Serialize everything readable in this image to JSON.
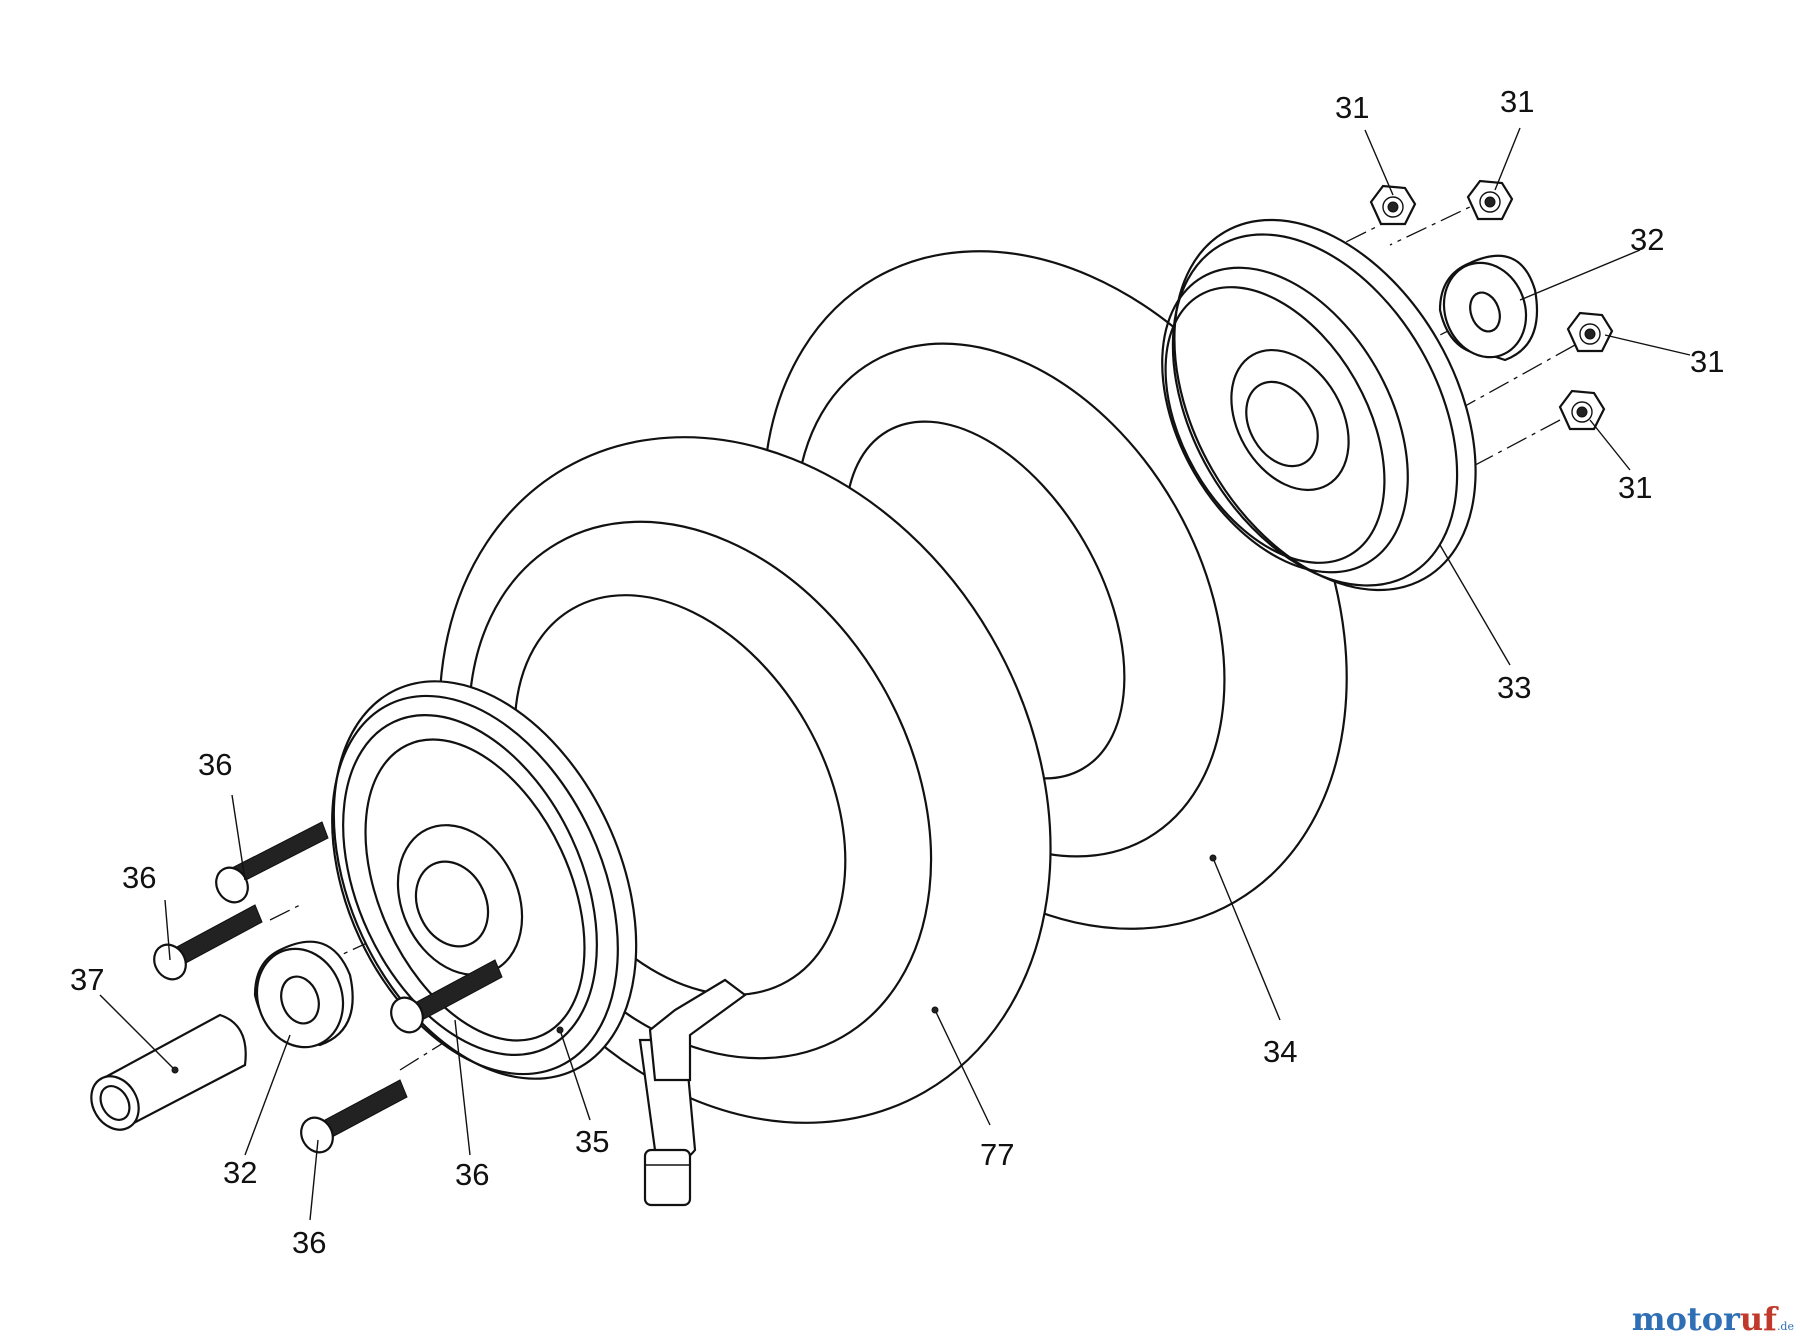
{
  "diagram": {
    "callouts": {
      "c31a": "31",
      "c31b": "31",
      "c31c": "31",
      "c31d": "31",
      "c32a": "32",
      "c32b": "32",
      "c33": "33",
      "c34": "34",
      "c35": "35",
      "c36a": "36",
      "c36b": "36",
      "c36c": "36",
      "c36d": "36",
      "c37": "37",
      "c77": "77"
    }
  },
  "watermark": {
    "part1": "motor",
    "part2": "uf",
    "part3": ".de"
  }
}
